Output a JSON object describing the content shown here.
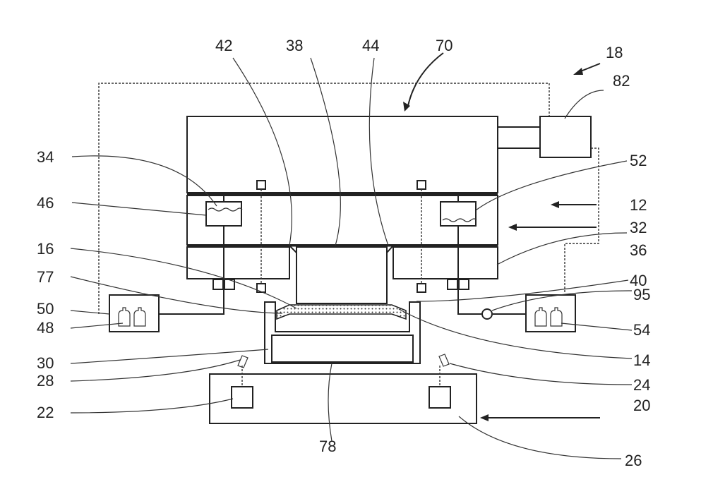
{
  "figure": {
    "labels": {
      "l42": "42",
      "l38": "38",
      "l44": "44",
      "l70": "70",
      "l18": "18",
      "l82": "82",
      "l34": "34",
      "l52": "52",
      "l46": "46",
      "l12": "12",
      "l32": "32",
      "l36": "36",
      "l16": "16",
      "l40": "40",
      "l77": "77",
      "l95": "95",
      "l50": "50",
      "l54": "54",
      "l48": "48",
      "l30": "30",
      "l14": "14",
      "l28": "28",
      "l24": "24",
      "l22": "22",
      "l20": "20",
      "l78": "78",
      "l26": "26"
    }
  }
}
